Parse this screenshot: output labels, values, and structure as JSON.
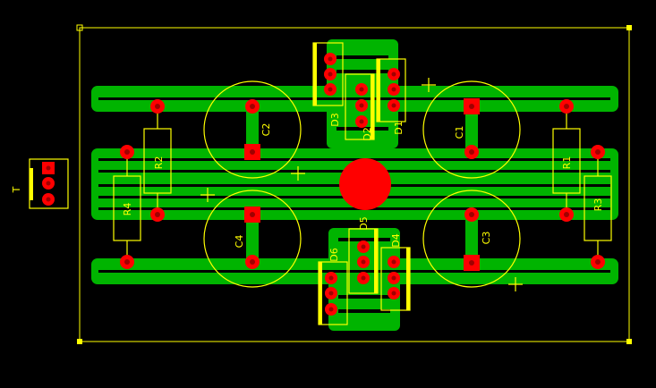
{
  "colors": {
    "background": "#000000",
    "copper": "#00b400",
    "pad": "#ff0000",
    "hole": "#a00000",
    "silk": "#ffff00",
    "outline": "#ffff00"
  },
  "labels": {
    "C1": "C1",
    "C2": "C2",
    "C3": "C3",
    "C4": "C4",
    "R1": "R1",
    "R2": "R2",
    "R3": "R3",
    "R4": "R4",
    "D1": "D1",
    "D2": "D2",
    "D3": "D3",
    "D4": "D4",
    "D5": "D5",
    "D6": "D6",
    "T": "T"
  }
}
